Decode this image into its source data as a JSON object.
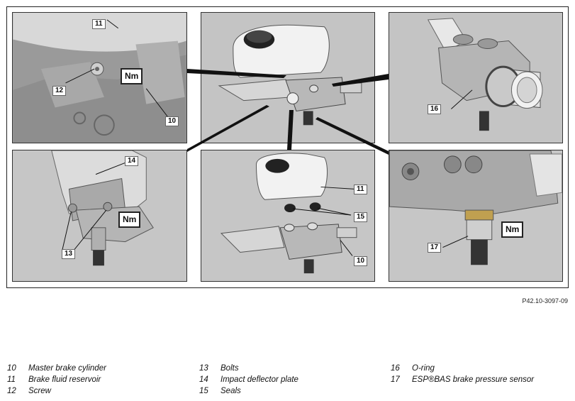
{
  "callouts": {
    "p1_top": "11",
    "p1_screw": "12",
    "p1_cyl": "10",
    "p1_nm": "Nm",
    "p3_oring": "16",
    "p4_plate": "14",
    "p4_nm": "Nm",
    "p4_bolts": "13",
    "p5_res": "11",
    "p5_seals": "15",
    "p5_cyl": "10",
    "p6_nm": "Nm",
    "p6_sensor": "17"
  },
  "figure_code": "P42.10-3097-09",
  "legend": [
    {
      "num": "10",
      "text": "Master brake cylinder"
    },
    {
      "num": "11",
      "text": "Brake fluid reservoir"
    },
    {
      "num": "12",
      "text": "Screw"
    },
    {
      "num": "13",
      "text": "Bolts"
    },
    {
      "num": "14",
      "text": "Impact deflector plate"
    },
    {
      "num": "15",
      "text": "Seals"
    },
    {
      "num": "16",
      "text": "O-ring"
    },
    {
      "num": "17",
      "text": "ESP®BAS brake pressure sensor"
    }
  ]
}
